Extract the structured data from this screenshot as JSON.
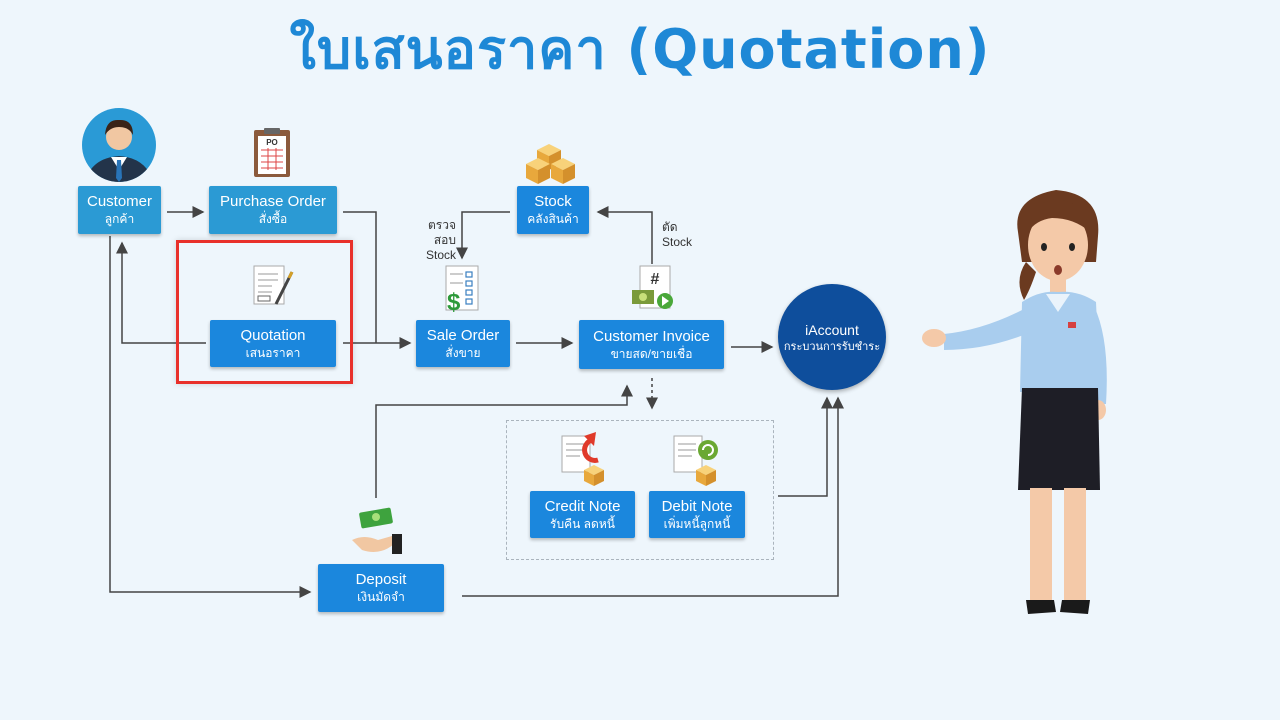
{
  "title": "ใบเสนอราคา (Quotation)",
  "nodes": {
    "customer": {
      "en": "Customer",
      "th": "ลูกค้า"
    },
    "purchase_order": {
      "en": "Purchase Order",
      "th": "สั่งซื้อ"
    },
    "quotation": {
      "en": "Quotation",
      "th": "เสนอราคา"
    },
    "stock": {
      "en": "Stock",
      "th": "คลังสินค้า"
    },
    "sale_order": {
      "en": "Sale Order",
      "th": "สั่งขาย"
    },
    "customer_invoice": {
      "en": "Customer Invoice",
      "th": "ขายสด/ขายเชื่อ"
    },
    "iaccount": {
      "en": "iAccount",
      "th": "กระบวนการรับชำระ"
    },
    "credit_note": {
      "en": "Credit Note",
      "th": "รับคืน ลดหนี้"
    },
    "debit_note": {
      "en": "Debit Note",
      "th": "เพิ่มหนี้ลูกหนี้"
    },
    "deposit": {
      "en": "Deposit",
      "th": "เงินมัดจำ"
    }
  },
  "notes": {
    "check_stock_line1": "ตรวจสอบ",
    "check_stock_line2": "Stock",
    "cut_stock_line1": "ตัด",
    "cut_stock_line2": "Stock"
  },
  "icons": {
    "po_label": "PO",
    "invoice_hash": "#"
  },
  "colors": {
    "title": "#1e88d6",
    "box": "#1b87dd",
    "circle": "#0e4e9c",
    "highlight": "#e8302a",
    "background": "#eef6fc"
  }
}
